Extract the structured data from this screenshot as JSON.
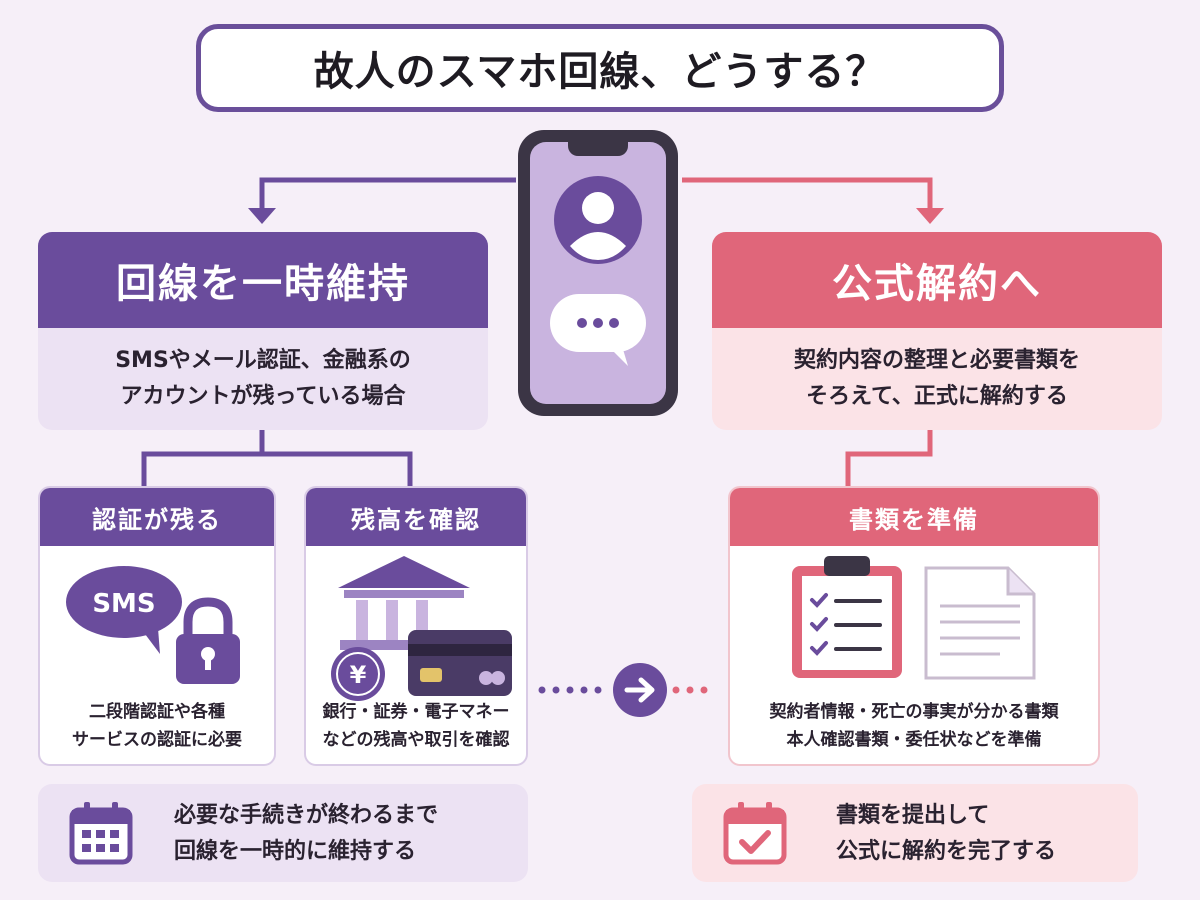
{
  "title": "故人のスマホ回線、どうする？",
  "left": {
    "header": "回線を一時維持",
    "desc_line1": "SMSやメール認証、金融系の",
    "desc_line2": "アカウントが残っている場合",
    "card1": {
      "header": "認証が残る",
      "badge": "SMS",
      "text_line1": "二段階認証や各種",
      "text_line2": "サービスの認証に必要"
    },
    "card2": {
      "header": "残高を確認",
      "yen": "¥",
      "text_line1": "銀行・証券・電子マネー",
      "text_line2": "などの残高や取引を確認"
    },
    "note_line1": "必要な手続きが終わるまで",
    "note_line2": "回線を一時的に維持する"
  },
  "right": {
    "header": "公式解約へ",
    "desc_line1": "契約内容の整理と必要書類を",
    "desc_line2": "そろえて、正式に解約する",
    "card": {
      "header": "書類を準備",
      "text_line1": "契約者情報・死亡の事実が分かる書類",
      "text_line2": "本人確認書類・委任状などを準備"
    },
    "note_line1": "書類を提出して",
    "note_line2": "公式に解約を完了する"
  },
  "icons": {
    "phone": "smartphone-icon",
    "avatar": "person-avatar-icon",
    "chat": "chat-bubble-icon",
    "lock": "padlock-icon",
    "bank": "bank-icon",
    "card": "credit-card-icon",
    "coin": "yen-coin-icon",
    "arrow": "right-arrow-icon",
    "clipboard": "clipboard-checklist-icon",
    "document": "document-icon",
    "calendar": "calendar-icon",
    "calendar_check": "calendar-check-icon"
  },
  "colors": {
    "purple": "#6a4c9c",
    "purple_light": "#ece2f3",
    "pink": "#e0667a",
    "pink_light": "#fbe3e7",
    "background": "#f6eff8"
  }
}
